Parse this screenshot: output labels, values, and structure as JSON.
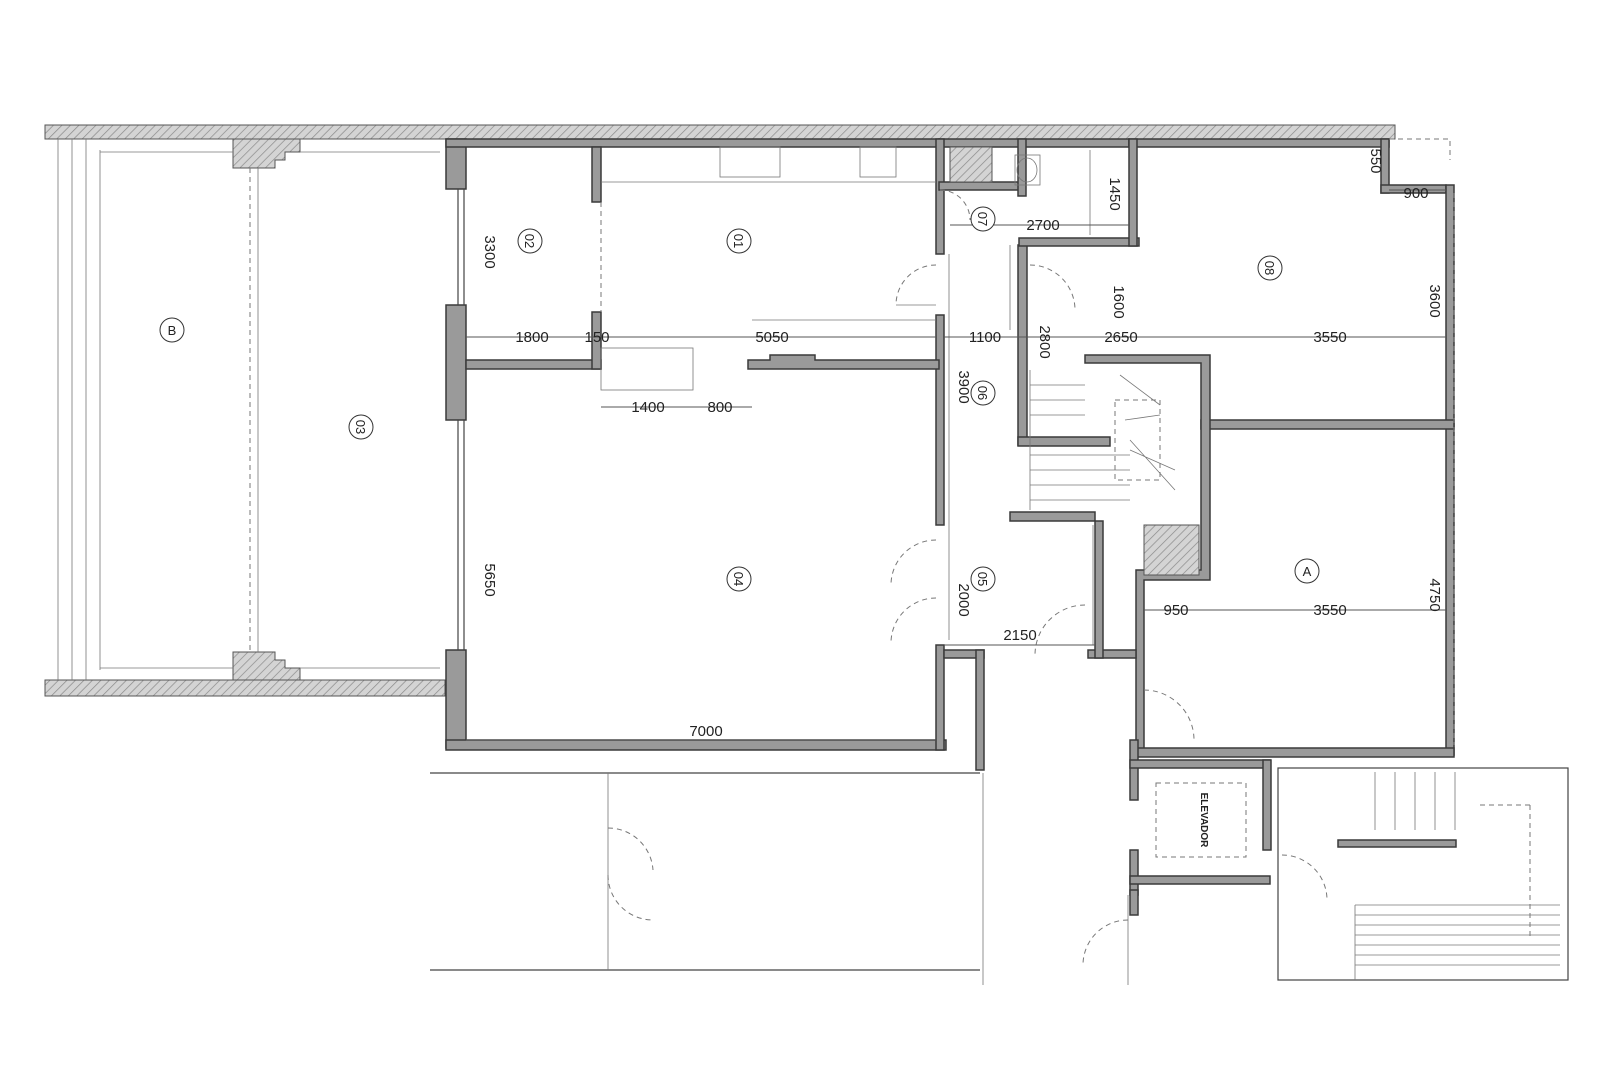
{
  "rooms": {
    "r01": "01",
    "r02": "02",
    "r03": "03",
    "r04": "04",
    "r05": "05",
    "r06": "06",
    "r07": "07",
    "r08": "08",
    "rA": "A",
    "rB": "B"
  },
  "dimensions": {
    "d3300": "3300",
    "d1800": "1800",
    "d150": "150",
    "d5050": "5050",
    "d1100": "1100",
    "d2800": "2800",
    "d2650": "2650",
    "d3550_top": "3550",
    "d1400": "1400",
    "d800": "800",
    "d3900": "3900",
    "d5650": "5650",
    "d2000": "2000",
    "d2150": "2150",
    "d7000": "7000",
    "d2700": "2700",
    "d1450": "1450",
    "d550": "550",
    "d900": "900",
    "d1600": "1600",
    "d3600": "3600",
    "d950": "950",
    "d3550_bottom": "3550",
    "d4750": "4750"
  },
  "labels": {
    "elevator": "ELEVADOR"
  }
}
